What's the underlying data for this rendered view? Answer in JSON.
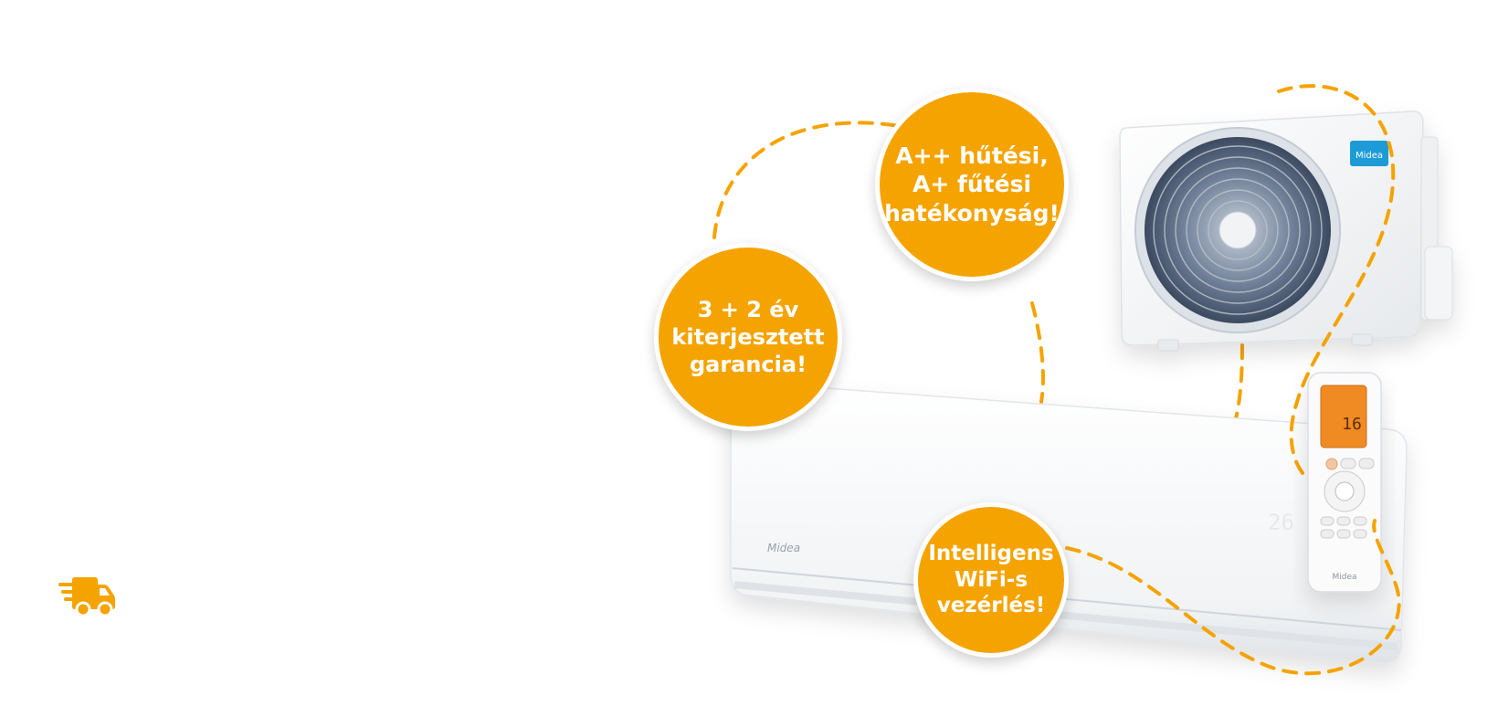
{
  "colors": {
    "accent": "#f5a300",
    "background": "#ffffff",
    "badge_text": "#ffffff"
  },
  "badges": {
    "efficiency": {
      "line1": "A++ hűtési,",
      "line2": "A+ fűtési",
      "line3": "hatékonyság!"
    },
    "warranty": {
      "line1": "3 + 2 év",
      "line2": "kiterjesztett",
      "line3": "garancia!"
    },
    "wifi": {
      "line1": "Intelligens",
      "line2": "WiFi-s",
      "line3": "vezérlés!"
    }
  },
  "product": {
    "outdoor_brand": "Midea",
    "remote_brand": "Midea",
    "indoor_brand": "Midea",
    "remote_display": "16",
    "indoor_display": "26"
  },
  "icons": {
    "delivery": "delivery-truck-icon"
  }
}
